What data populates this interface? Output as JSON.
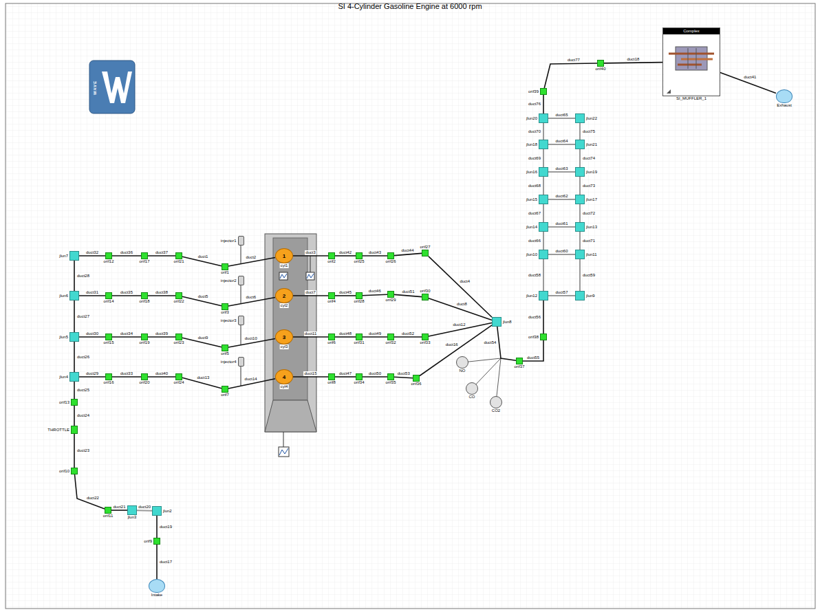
{
  "diagram": {
    "title": "SI 4-Cylinder Gasoline Engine at 6000 rpm",
    "nodes": [
      {
        "text": [
          "Intake"
        ]
      },
      {
        "text": [
          "orif9"
        ]
      },
      {
        "text": [
          "jlun2"
        ]
      },
      {
        "text": [
          "jlun3"
        ]
      },
      {
        "text": [
          "orif11"
        ]
      },
      {
        "text": [
          "orif10"
        ]
      },
      {
        "text": [
          "THROTTLE"
        ]
      },
      {
        "text": [
          "orif13"
        ]
      },
      {
        "text": [
          "jlun4"
        ]
      },
      {
        "text": [
          "jlun5"
        ]
      },
      {
        "text": [
          "jlun6"
        ]
      },
      {
        "text": [
          "jlun7"
        ]
      },
      {
        "text": [
          "orif12"
        ]
      },
      {
        "text": [
          "orif17"
        ]
      },
      {
        "text": [
          "orif21"
        ]
      },
      {
        "text": [
          "orif1"
        ]
      },
      {
        "text": [
          "orif14"
        ]
      },
      {
        "text": [
          "orif18"
        ]
      },
      {
        "text": [
          "orif22"
        ]
      },
      {
        "text": [
          "orif3"
        ]
      },
      {
        "text": [
          "orif15"
        ]
      },
      {
        "text": [
          "orif19"
        ]
      },
      {
        "text": [
          "orif23"
        ]
      },
      {
        "text": [
          "orif5"
        ]
      },
      {
        "text": [
          "orif16"
        ]
      },
      {
        "text": [
          "orif20"
        ]
      },
      {
        "text": [
          "orif24"
        ]
      },
      {
        "text": [
          "orif7"
        ]
      },
      {
        "text": [
          "injector1"
        ]
      },
      {
        "text": [
          "injector2"
        ]
      },
      {
        "text": [
          "injector3"
        ]
      },
      {
        "text": [
          "injector4"
        ]
      },
      {
        "text": [
          "1",
          "cyl1"
        ]
      },
      {
        "text": [
          "2",
          "cyl2"
        ]
      },
      {
        "text": [
          "3",
          "cyl3"
        ]
      },
      {
        "text": [
          "4",
          "cyl4"
        ]
      },
      {
        "text": [
          "orif2"
        ]
      },
      {
        "text": [
          "orif25"
        ]
      },
      {
        "text": [
          "orif26"
        ]
      },
      {
        "text": [
          "orif27"
        ]
      },
      {
        "text": [
          "orif4"
        ]
      },
      {
        "text": [
          "orif28"
        ]
      },
      {
        "text": [
          "orif29"
        ]
      },
      {
        "text": [
          "orif30"
        ]
      },
      {
        "text": [
          "orif6"
        ]
      },
      {
        "text": [
          "orif31"
        ]
      },
      {
        "text": [
          "orif32"
        ]
      },
      {
        "text": [
          "orif33"
        ]
      },
      {
        "text": [
          "orif8"
        ]
      },
      {
        "text": [
          "orif34"
        ]
      },
      {
        "text": [
          "orif35"
        ]
      },
      {
        "text": [
          "orif36"
        ]
      },
      {
        "text": [
          "jlun8"
        ]
      },
      {
        "text": [
          "NO"
        ]
      },
      {
        "text": [
          "CO"
        ]
      },
      {
        "text": [
          "CO2"
        ]
      },
      {
        "text": [
          "orif37"
        ]
      },
      {
        "text": [
          "orif38"
        ]
      },
      {
        "text": [
          "jlun12"
        ]
      },
      {
        "text": [
          "jlun10"
        ]
      },
      {
        "text": [
          "jlun14"
        ]
      },
      {
        "text": [
          "jlun15"
        ]
      },
      {
        "text": [
          "jlun16"
        ]
      },
      {
        "text": [
          "jlun18"
        ]
      },
      {
        "text": [
          "jlun20"
        ]
      },
      {
        "text": [
          "jlun9"
        ]
      },
      {
        "text": [
          "jlun11"
        ]
      },
      {
        "text": [
          "jlun13"
        ]
      },
      {
        "text": [
          "jlun17"
        ]
      },
      {
        "text": [
          "jlun19"
        ]
      },
      {
        "text": [
          "jlun21"
        ]
      },
      {
        "text": [
          "jlun22"
        ]
      },
      {
        "text": [
          "orif39"
        ]
      },
      {
        "text": [
          "orif40"
        ]
      },
      {
        "text": [
          "Complex",
          "SI_MUFFLER_1"
        ]
      },
      {
        "text": [
          "Exhaust"
        ]
      }
    ],
    "edges": [
      {
        "from": 0,
        "to": 1,
        "arrow": "none",
        "label": "duct17"
      },
      {
        "from": 1,
        "to": 2,
        "arrow": "none",
        "label": "duct19"
      },
      {
        "from": 2,
        "to": 3,
        "arrow": "none",
        "label": "duct20"
      },
      {
        "from": 3,
        "to": 4,
        "arrow": "none",
        "label": "duct21"
      },
      {
        "from": 4,
        "to": 5,
        "arrow": "none",
        "label": "duct22"
      },
      {
        "from": 5,
        "to": 6,
        "arrow": "none",
        "label": "duct23"
      },
      {
        "from": 6,
        "to": 7,
        "arrow": "none",
        "label": "duct24"
      },
      {
        "from": 7,
        "to": 8,
        "arrow": "none",
        "label": "duct25"
      },
      {
        "from": 8,
        "to": 9,
        "arrow": "none",
        "label": "duct26"
      },
      {
        "from": 9,
        "to": 10,
        "arrow": "none",
        "label": "duct27"
      },
      {
        "from": 10,
        "to": 11,
        "arrow": "none",
        "label": "duct28"
      },
      {
        "from": 11,
        "to": 12,
        "arrow": "none",
        "label": "duct32"
      },
      {
        "from": 12,
        "to": 13,
        "arrow": "none",
        "label": "duct36"
      },
      {
        "from": 13,
        "to": 14,
        "arrow": "none",
        "label": "duct37"
      },
      {
        "from": 14,
        "to": 15,
        "arrow": "none",
        "label": "duct1"
      },
      {
        "from": 15,
        "to": 32,
        "arrow": "none",
        "label": "duct2"
      },
      {
        "from": 10,
        "to": 16,
        "arrow": "none",
        "label": "duct31"
      },
      {
        "from": 16,
        "to": 17,
        "arrow": "none",
        "label": "duct35"
      },
      {
        "from": 17,
        "to": 18,
        "arrow": "none",
        "label": "duct38"
      },
      {
        "from": 18,
        "to": 19,
        "arrow": "none",
        "label": "duct5"
      },
      {
        "from": 19,
        "to": 33,
        "arrow": "none",
        "label": "duct6"
      },
      {
        "from": 9,
        "to": 20,
        "arrow": "none",
        "label": "duct30"
      },
      {
        "from": 20,
        "to": 21,
        "arrow": "none",
        "label": "duct34"
      },
      {
        "from": 21,
        "to": 22,
        "arrow": "none",
        "label": "duct39"
      },
      {
        "from": 22,
        "to": 23,
        "arrow": "none",
        "label": "duct9"
      },
      {
        "from": 23,
        "to": 34,
        "arrow": "none",
        "label": "duct10"
      },
      {
        "from": 8,
        "to": 24,
        "arrow": "none",
        "label": "duct29"
      },
      {
        "from": 24,
        "to": 25,
        "arrow": "none",
        "label": "duct33"
      },
      {
        "from": 25,
        "to": 26,
        "arrow": "none",
        "label": "duct40"
      },
      {
        "from": 26,
        "to": 27,
        "arrow": "none",
        "label": "duct13"
      },
      {
        "from": 27,
        "to": 35,
        "arrow": "none",
        "label": "duct14"
      },
      {
        "from": 32,
        "to": 36,
        "arrow": "none",
        "label": "duct3"
      },
      {
        "from": 36,
        "to": 37,
        "arrow": "none",
        "label": "duct42"
      },
      {
        "from": 37,
        "to": 38,
        "arrow": "none",
        "label": "duct43"
      },
      {
        "from": 38,
        "to": 39,
        "arrow": "none",
        "label": "duct44"
      },
      {
        "from": 39,
        "to": 52,
        "arrow": "none",
        "label": "duct4"
      },
      {
        "from": 33,
        "to": 40,
        "arrow": "none",
        "label": "duct7"
      },
      {
        "from": 40,
        "to": 41,
        "arrow": "none",
        "label": "duct45"
      },
      {
        "from": 41,
        "to": 42,
        "arrow": "none",
        "label": "duct46"
      },
      {
        "from": 42,
        "to": 43,
        "arrow": "none",
        "label": "duct51"
      },
      {
        "from": 43,
        "to": 52,
        "arrow": "none",
        "label": "duct8"
      },
      {
        "from": 34,
        "to": 44,
        "arrow": "none",
        "label": "duct11"
      },
      {
        "from": 44,
        "to": 45,
        "arrow": "none",
        "label": "duct48"
      },
      {
        "from": 45,
        "to": 46,
        "arrow": "none",
        "label": "duct49"
      },
      {
        "from": 46,
        "to": 47,
        "arrow": "none",
        "label": "duct52"
      },
      {
        "from": 47,
        "to": 52,
        "arrow": "none",
        "label": "duct12"
      },
      {
        "from": 35,
        "to": 48,
        "arrow": "none",
        "label": "duct15"
      },
      {
        "from": 48,
        "to": 49,
        "arrow": "none",
        "label": "duct47"
      },
      {
        "from": 49,
        "to": 50,
        "arrow": "none",
        "label": "duct50"
      },
      {
        "from": 50,
        "to": 51,
        "arrow": "none",
        "label": "duct53"
      },
      {
        "from": 51,
        "to": 52,
        "arrow": "none",
        "label": "duct16"
      },
      {
        "from": 52,
        "to": 56,
        "arrow": "none",
        "label": "duct54"
      },
      {
        "from": 56,
        "to": 57,
        "arrow": "none",
        "label": "duct55"
      },
      {
        "from": 57,
        "to": 58,
        "arrow": "none",
        "label": "duct56"
      },
      {
        "from": 58,
        "to": 65,
        "arrow": "none",
        "label": "duct57"
      },
      {
        "from": 59,
        "to": 66,
        "arrow": "none",
        "label": "duct60"
      },
      {
        "from": 60,
        "to": 67,
        "arrow": "none",
        "label": "duct61"
      },
      {
        "from": 61,
        "to": 68,
        "arrow": "none",
        "label": "duct62"
      },
      {
        "from": 62,
        "to": 69,
        "arrow": "none",
        "label": "duct63"
      },
      {
        "from": 63,
        "to": 70,
        "arrow": "none",
        "label": "duct64"
      },
      {
        "from": 64,
        "to": 71,
        "arrow": "none",
        "label": "duct65"
      },
      {
        "from": 58,
        "to": 59,
        "arrow": "none",
        "label": "duct58"
      },
      {
        "from": 59,
        "to": 60,
        "arrow": "none",
        "label": "duct66"
      },
      {
        "from": 60,
        "to": 61,
        "arrow": "none",
        "label": "duct67"
      },
      {
        "from": 61,
        "to": 62,
        "arrow": "none",
        "label": "duct68"
      },
      {
        "from": 62,
        "to": 63,
        "arrow": "none",
        "label": "duct69"
      },
      {
        "from": 63,
        "to": 64,
        "arrow": "none",
        "label": "duct70"
      },
      {
        "from": 65,
        "to": 66,
        "arrow": "none",
        "label": "duct59"
      },
      {
        "from": 66,
        "to": 67,
        "arrow": "none",
        "label": "duct71"
      },
      {
        "from": 67,
        "to": 68,
        "arrow": "none",
        "label": "duct72"
      },
      {
        "from": 68,
        "to": 69,
        "arrow": "none",
        "label": "duct73"
      },
      {
        "from": 69,
        "to": 70,
        "arrow": "none",
        "label": "duct74"
      },
      {
        "from": 70,
        "to": 71,
        "arrow": "none",
        "label": "duct75"
      },
      {
        "from": 64,
        "to": 72,
        "arrow": "none",
        "label": "duct76"
      },
      {
        "from": 72,
        "to": 73,
        "arrow": "none",
        "label": "duct77"
      },
      {
        "from": 73,
        "to": 74,
        "arrow": "none",
        "label": "duct18"
      },
      {
        "from": 74,
        "to": 75,
        "arrow": "none",
        "label": "duct41"
      }
    ],
    "labels": [
      "WAVE"
    ]
  }
}
